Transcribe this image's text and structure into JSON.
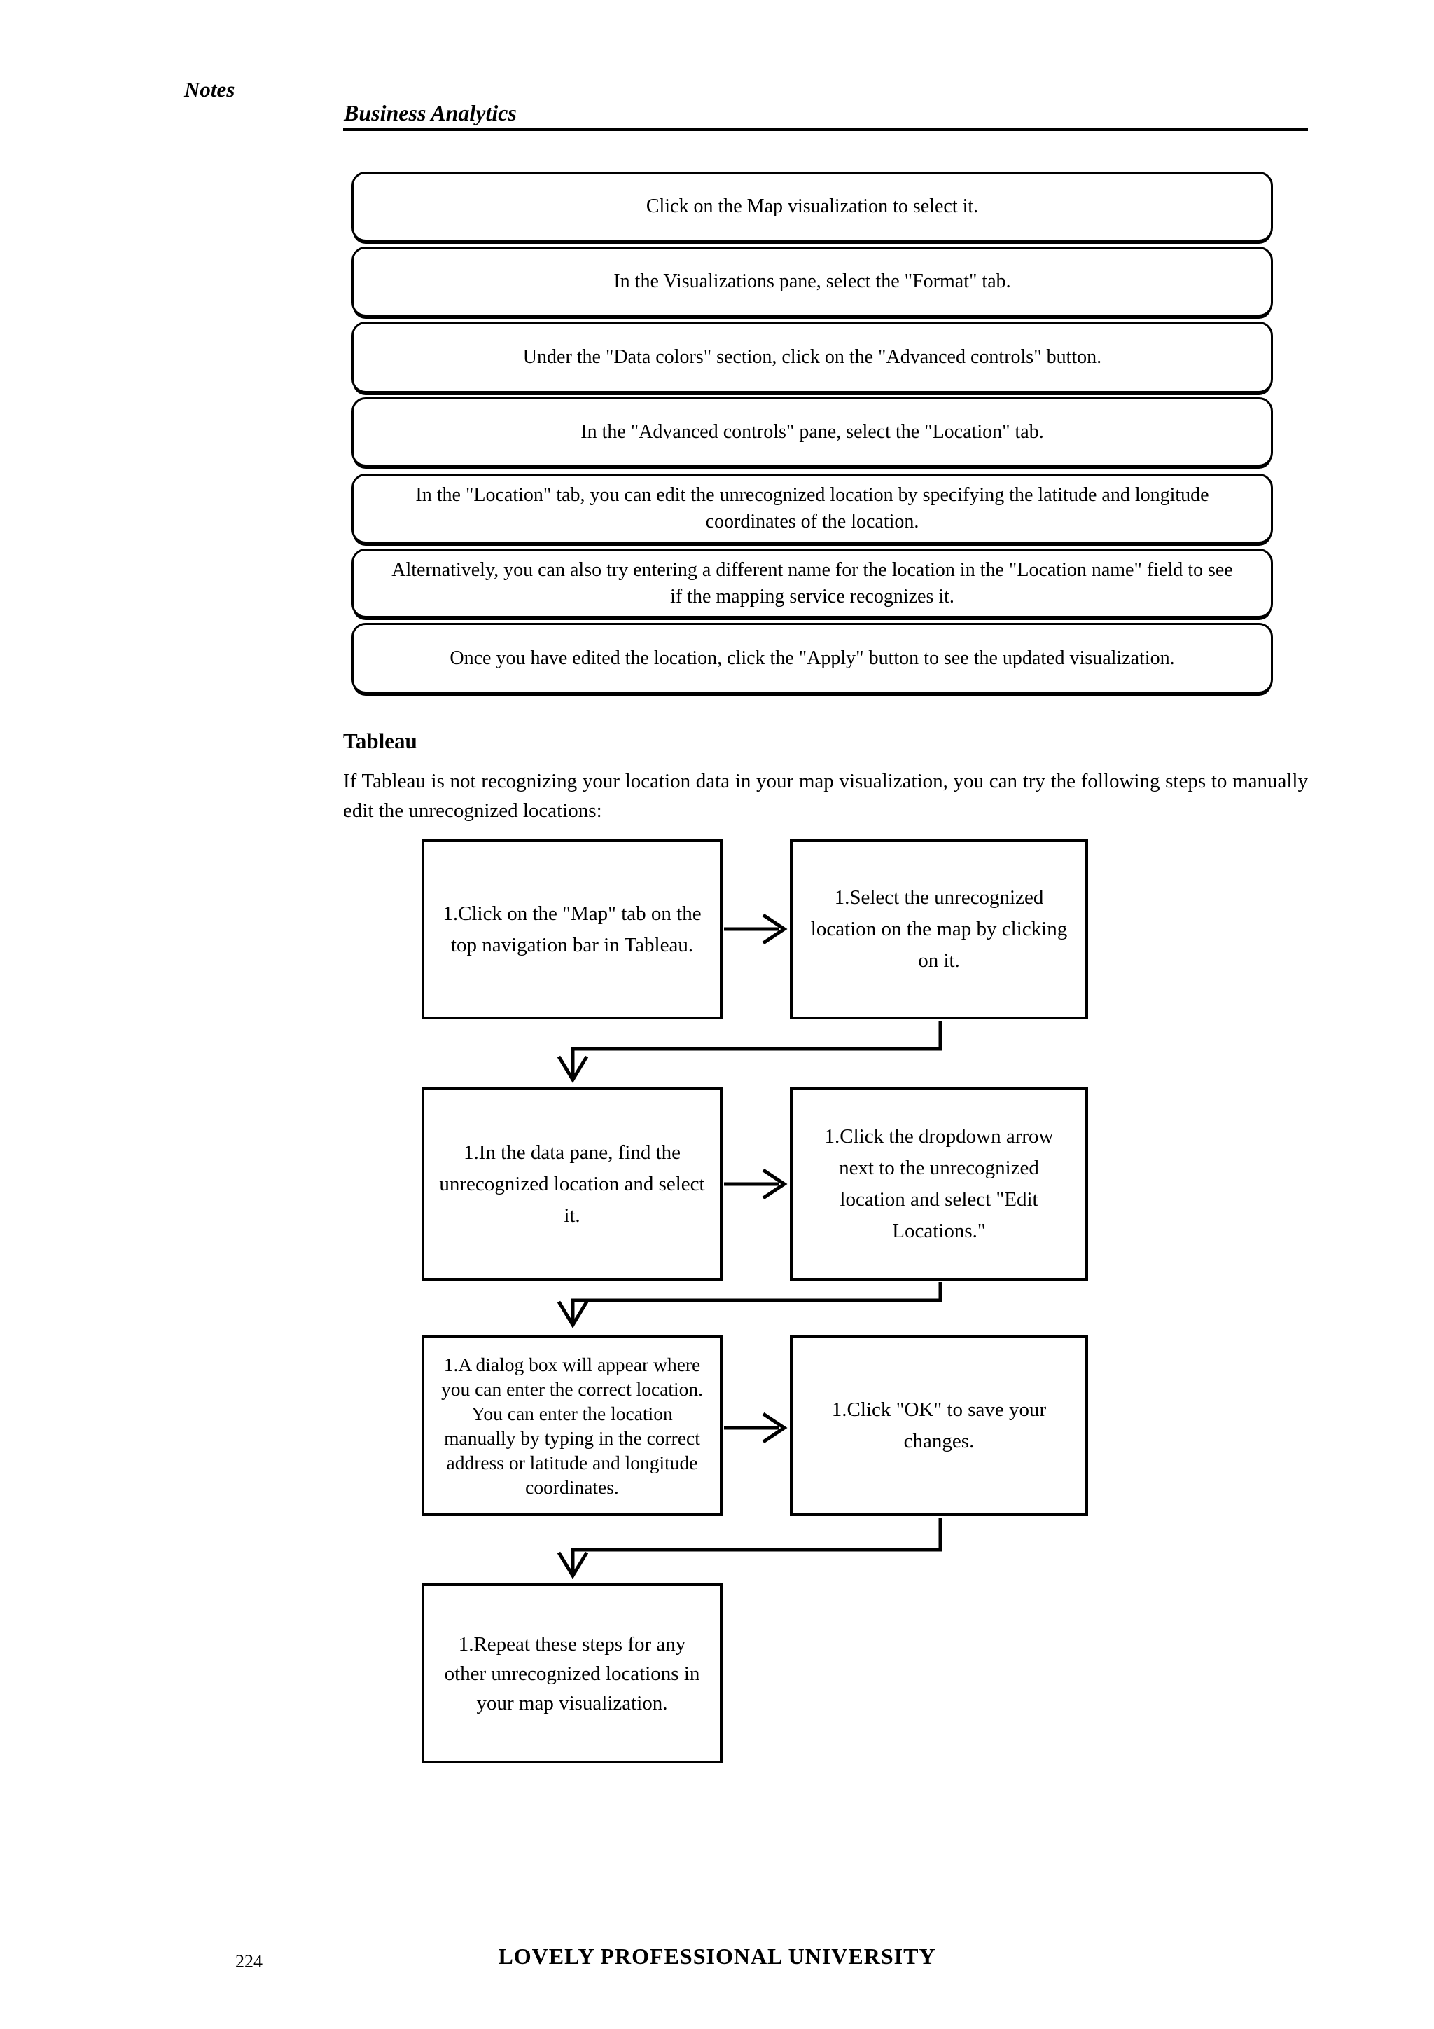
{
  "header": {
    "margin_note": "Notes",
    "running_title": "Business Analytics"
  },
  "steps": [
    {
      "text": "Click on the Map visualization to select it."
    },
    {
      "text": "In the Visualizations pane, select the \"Format\" tab."
    },
    {
      "text": "Under the \"Data colors\" section, click on the \"Advanced controls\" button."
    },
    {
      "text": "In the \"Advanced controls\" pane, select the \"Location\" tab."
    },
    {
      "text": "In the \"Location\" tab, you can edit the unrecognized location by specifying the latitude and longitude coordinates of the location."
    },
    {
      "text": "Alternatively, you can also try entering a different name for the location in the \"Location name\" field to see if the mapping service recognizes it."
    },
    {
      "text": "Once you have edited the location, click the \"Apply\" button to see the updated visualization."
    }
  ],
  "tableau_section": {
    "heading": "Tableau",
    "intro": "If Tableau is not recognizing your location data in your map visualization, you can try the following steps to manually edit the unrecognized locations:"
  },
  "flowchart": {
    "nodes": [
      {
        "text": "1.Click on the \"Map\" tab on the top navigation bar in Tableau."
      },
      {
        "text": "1.Select the unrecognized location on the map by clicking on it."
      },
      {
        "text": "1.In the data pane, find the unrecognized location and select it."
      },
      {
        "text": "1.Click the dropdown arrow next to the unrecognized location and select \"Edit Locations.\""
      },
      {
        "text": "1.A dialog box will appear where you can enter the correct location. You can enter the location manually by typing in the correct address or latitude and longitude coordinates."
      },
      {
        "text": "1.Click \"OK\" to save your changes."
      },
      {
        "text": "1.Repeat these steps for any other unrecognized locations in your map visualization."
      }
    ]
  },
  "footer": {
    "page_number": "224",
    "university": "LOVELY PROFESSIONAL UNIVERSITY"
  },
  "colors": {
    "ink": "#000000",
    "paper": "#ffffff"
  }
}
